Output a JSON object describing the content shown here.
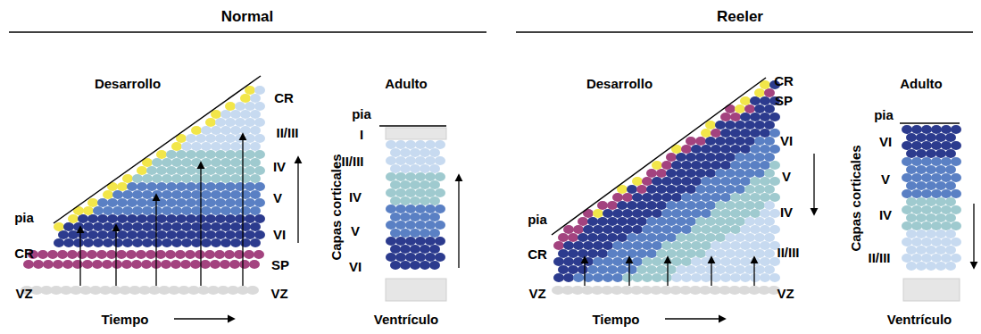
{
  "diagram": {
    "labels": [
      "Normal",
      "Desarrollo",
      "CR",
      "II/III",
      "IV",
      "V",
      "VI",
      "pia",
      "CR",
      "SP",
      "VZ",
      "VZ",
      "Tiempo",
      "Adulto",
      "pia",
      "I",
      "II/III",
      "IV",
      "V",
      "VI",
      "Capas corticales",
      "Ventrículo",
      "Reeler",
      "Desarrollo",
      "CR",
      "SP",
      "VI",
      "V",
      "IV",
      "II/III",
      "pia",
      "CR",
      "VZ",
      "VZ",
      "Tiempo",
      "Adulto",
      "pia",
      "VI",
      "V",
      "IV",
      "II/III",
      "Capas corticales",
      "Ventrículo"
    ]
  }
}
